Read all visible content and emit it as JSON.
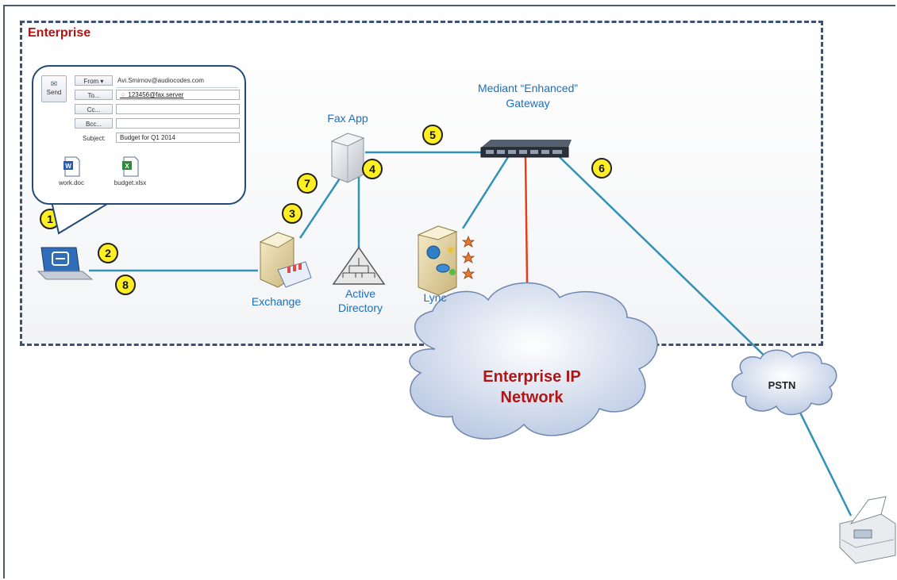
{
  "enterprise_label": "Enterprise",
  "email": {
    "send_label": "Send",
    "from_button": "From ▾",
    "from_value": "Avi.Smirnov@audiocodes.com",
    "to_button": "To...",
    "to_value": "123456@fax.server",
    "cc_button": "Cc...",
    "bcc_button": "Bcc...",
    "subject_label": "Subject:",
    "subject_value": "Budget for Q1 2014",
    "attachments": [
      "work.doc",
      "budget.xlsx"
    ]
  },
  "nodes": {
    "fax_app": "Fax App",
    "gateway_line1": "Mediant “Enhanced”",
    "gateway_line2": "Gateway",
    "exchange": "Exchange",
    "ad_line1": "Active",
    "ad_line2": "Directory",
    "lync": "Lync",
    "enterprise_ip_line1": "Enterprise IP",
    "enterprise_ip_line2": "Network",
    "pstn": "PSTN"
  },
  "steps": [
    "1",
    "2",
    "3",
    "4",
    "5",
    "6",
    "7",
    "8"
  ],
  "colors": {
    "link_blue": "#2f93b8",
    "link_red": "#e0401c",
    "label_blue": "#1b6fbf",
    "label_red": "#b01515",
    "step_fill": "#ffee22"
  }
}
